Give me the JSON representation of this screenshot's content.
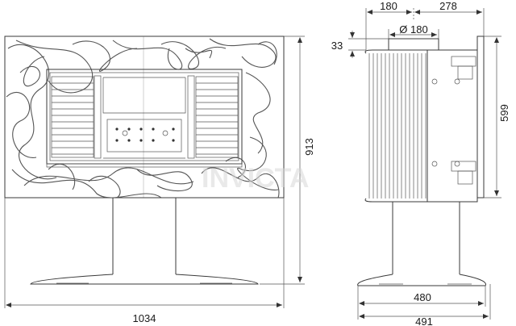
{
  "front_view": {
    "width_label": "1034",
    "height_label": "913"
  },
  "side_view": {
    "depth_front_label": "180",
    "depth_back_label": "278",
    "flue_label": "Ø 180",
    "flue_offset_label": "33",
    "body_height_label": "599",
    "base_inner_label": "480",
    "base_outer_label": "491"
  },
  "watermark": "INVICTA"
}
